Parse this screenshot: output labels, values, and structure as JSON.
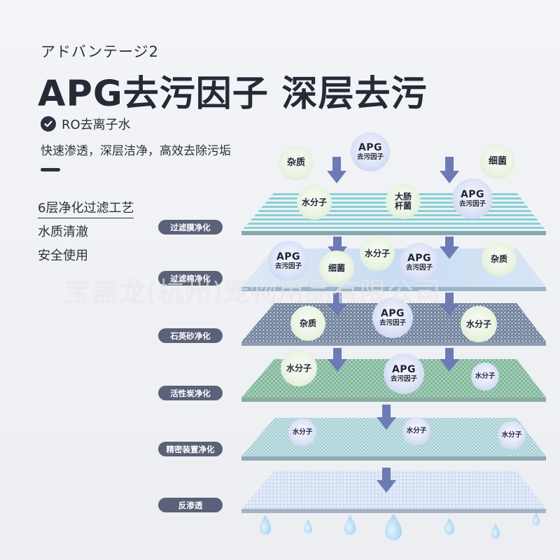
{
  "eyebrow": "アドバンテージ2",
  "headline": "APG去污因子 深层去污",
  "subhead": "RO去离子水",
  "description": "快速渗透，深层洁净，高效去除污垢",
  "features": [
    "6层净化过滤工艺",
    "水质清澈",
    "安全使用"
  ],
  "layers": [
    "过滤膜净化",
    "过滤棉净化",
    "石英砂净化",
    "活性炭净化",
    "精密装置净化",
    "反渗透"
  ],
  "bubble_text": {
    "impurity": "杂质",
    "bacteria": "细菌",
    "water": "水分子",
    "apg": "APG",
    "apg_sub": "去污因子",
    "ecoli_1": "大肠",
    "ecoli_2": "杆菌"
  },
  "watermark": "宝盖龙(杭州)宠物用品有限公司",
  "colors": {
    "dark": "#252a36",
    "label_bg": "#5a6179",
    "arrow": "#6d7bb4"
  }
}
